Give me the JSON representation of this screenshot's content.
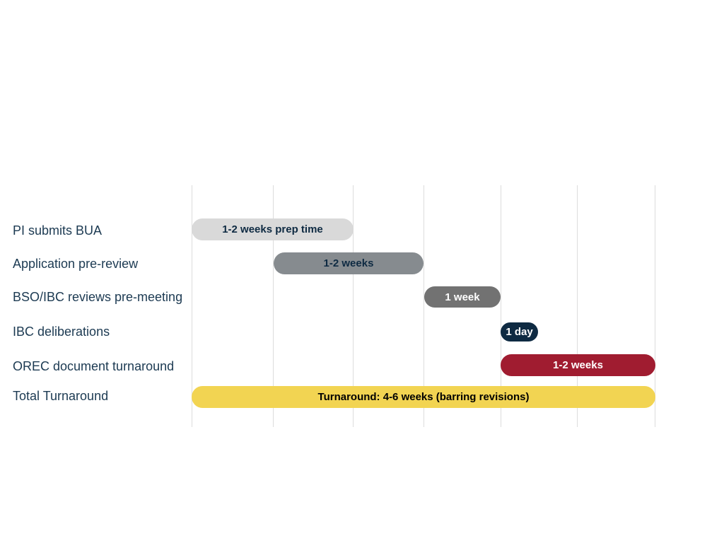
{
  "rows": [
    {
      "label": "PI submits BUA",
      "bar_label": "1-2 weeks prep time",
      "color": "#d9d9d9",
      "text_color": "#0e2a42"
    },
    {
      "label": "Application pre-review",
      "bar_label": "1-2 weeks",
      "color": "#868b8f",
      "text_color": "#0e2a42"
    },
    {
      "label": "BSO/IBC reviews pre-meeting",
      "bar_label": "1 week",
      "color": "#727272",
      "text_color": "#ffffff"
    },
    {
      "label": "IBC deliberations",
      "bar_label": "1 day",
      "color": "#0e2a42",
      "text_color": "#ffffff"
    },
    {
      "label": "OREC document turnaround",
      "bar_label": "1-2 weeks",
      "color": "#a01c30",
      "text_color": "#ffffff"
    },
    {
      "label": "Total Turnaround",
      "bar_label": "Turnaround: 4-6 weeks (barring revisions)",
      "color": "#f2d452",
      "text_color": "#000000"
    }
  ]
}
